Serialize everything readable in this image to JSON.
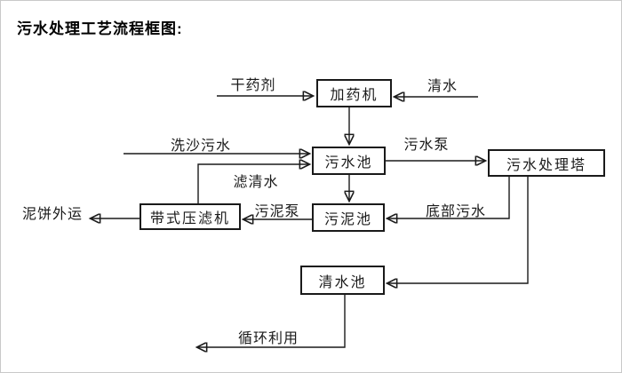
{
  "title": "污水处理工艺流程框图:",
  "nodes": {
    "dosing_machine": "加药机",
    "sewage_pool": "污水池",
    "treatment_tower": "污水处理塔",
    "belt_filter_press": "带式压滤机",
    "sludge_pool": "污泥池",
    "clean_water_pool": "清水池"
  },
  "edge_labels": {
    "dry_agent": "干药剂",
    "clean_water": "清水",
    "sand_washing_sewage": "洗沙污水",
    "filtered_water": "滤清水",
    "sewage_pump": "污水泵",
    "sludge_pump": "污泥泵",
    "mud_cake_out": "泥饼外运",
    "bottom_sewage": "底部污水",
    "recycle_reuse": "循环利用"
  },
  "colors": {
    "line": "#1a1a1a",
    "box_border": "#1a1a1a",
    "text": "#000000",
    "background": "#ffffff"
  }
}
